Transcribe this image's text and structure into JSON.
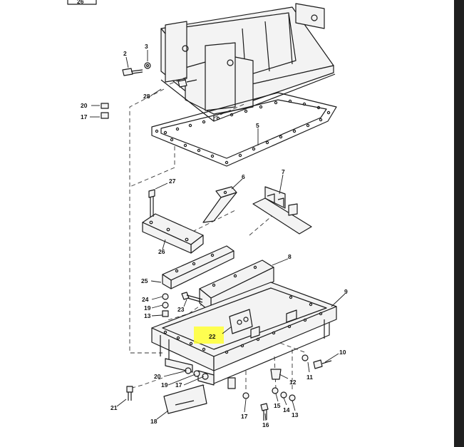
{
  "figure": {
    "header_box_label": "26",
    "highlight_callout": "22",
    "highlight_color": "#ffff33",
    "callouts": [
      "2",
      "3",
      "20",
      "17",
      "28",
      "5",
      "27",
      "6",
      "7",
      "26",
      "8",
      "25",
      "9",
      "24",
      "19",
      "13",
      "23",
      "22",
      "10",
      "11",
      "12",
      "20",
      "19",
      "17",
      "21",
      "18",
      "17",
      "16",
      "15",
      "14",
      "13"
    ]
  },
  "viewer": {
    "background": "#ffffff",
    "sidebar_color": "#202020"
  }
}
